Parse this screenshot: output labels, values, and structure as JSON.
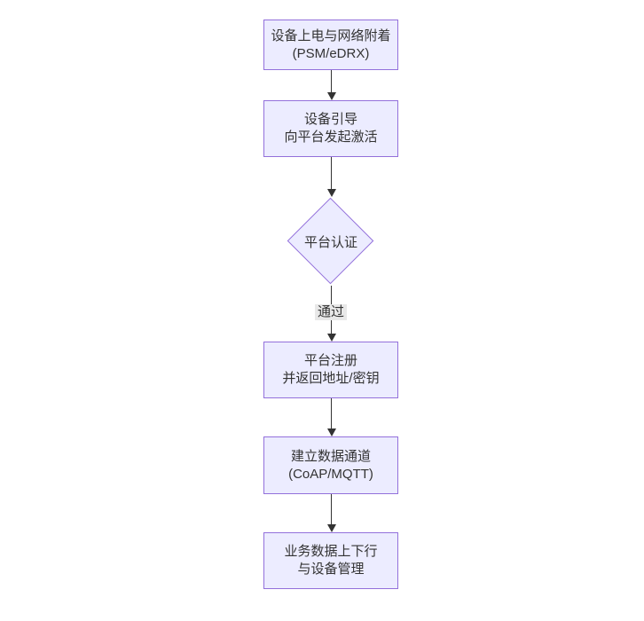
{
  "diagram": {
    "type": "flowchart",
    "direction": "top-down",
    "theme": {
      "background": "#ffffff",
      "node_fill": "#ECECFF",
      "node_border": "#9370DB",
      "edge_color": "#333333",
      "text_color": "#333333",
      "edge_label_bg": "#e8e8e8"
    },
    "nodes": [
      {
        "id": "attach",
        "shape": "rect",
        "lines": [
          "设备上电与网络附着",
          "(PSM/eDRX)"
        ]
      },
      {
        "id": "bootstrap",
        "shape": "rect",
        "lines": [
          "设备引导",
          "向平台发起激活"
        ]
      },
      {
        "id": "auth",
        "shape": "diamond",
        "lines": [
          "平台认证"
        ]
      },
      {
        "id": "register",
        "shape": "rect",
        "lines": [
          "平台注册",
          "并返回地址/密钥"
        ]
      },
      {
        "id": "channel",
        "shape": "rect",
        "lines": [
          "建立数据通道",
          "(CoAP/MQTT)"
        ]
      },
      {
        "id": "business",
        "shape": "rect",
        "lines": [
          "业务数据上下行",
          "与设备管理"
        ]
      }
    ],
    "edges": [
      {
        "from": "attach",
        "to": "bootstrap",
        "label": ""
      },
      {
        "from": "bootstrap",
        "to": "auth",
        "label": ""
      },
      {
        "from": "auth",
        "to": "register",
        "label": "通过"
      },
      {
        "from": "register",
        "to": "channel",
        "label": ""
      },
      {
        "from": "channel",
        "to": "business",
        "label": ""
      }
    ]
  }
}
